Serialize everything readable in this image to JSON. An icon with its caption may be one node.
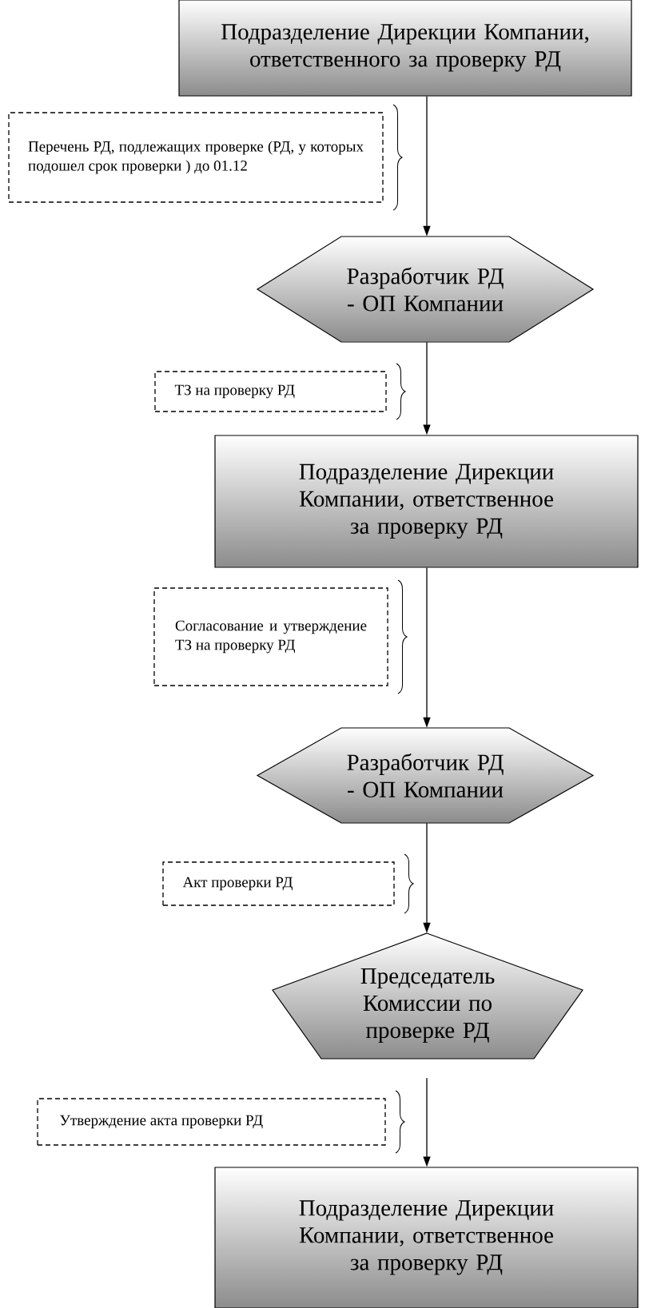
{
  "diagram": {
    "nodes": [
      {
        "text": [
          "Подразделение Дирекции Компании, ответственного за проверку РД"
        ]
      },
      {
        "text": [
          "Перечень РД, подлежащих проверке (РД, у которых подошел срок проверки ) до 01.12"
        ]
      },
      {
        "text": [
          "Разработчик РД - ОП Компании"
        ]
      },
      {
        "text": [
          "ТЗ на проверку РД"
        ]
      },
      {
        "text": [
          "Подразделение Дирекции Компании, ответственное за проверку РД"
        ]
      },
      {
        "text": [
          "Согласование и утверждение ТЗ на проверку РД"
        ]
      },
      {
        "text": [
          "Разработчик РД - ОП Компании"
        ]
      },
      {
        "text": [
          "Акт проверки РД"
        ]
      },
      {
        "text": [
          "Председатель Комиссии по проверке РД"
        ]
      },
      {
        "text": [
          "Утверждение акта проверки РД"
        ]
      },
      {
        "text": [
          "Подразделение Дирекции Компании, ответственное за проверку РД"
        ]
      }
    ],
    "edges": [
      {
        "from": 0,
        "to": 2,
        "arrow": "to"
      },
      {
        "from": 2,
        "to": 4,
        "arrow": "to"
      },
      {
        "from": 4,
        "to": 6,
        "arrow": "to"
      },
      {
        "from": 6,
        "to": 8,
        "arrow": "to"
      },
      {
        "from": 8,
        "to": 10,
        "arrow": "to"
      }
    ]
  }
}
